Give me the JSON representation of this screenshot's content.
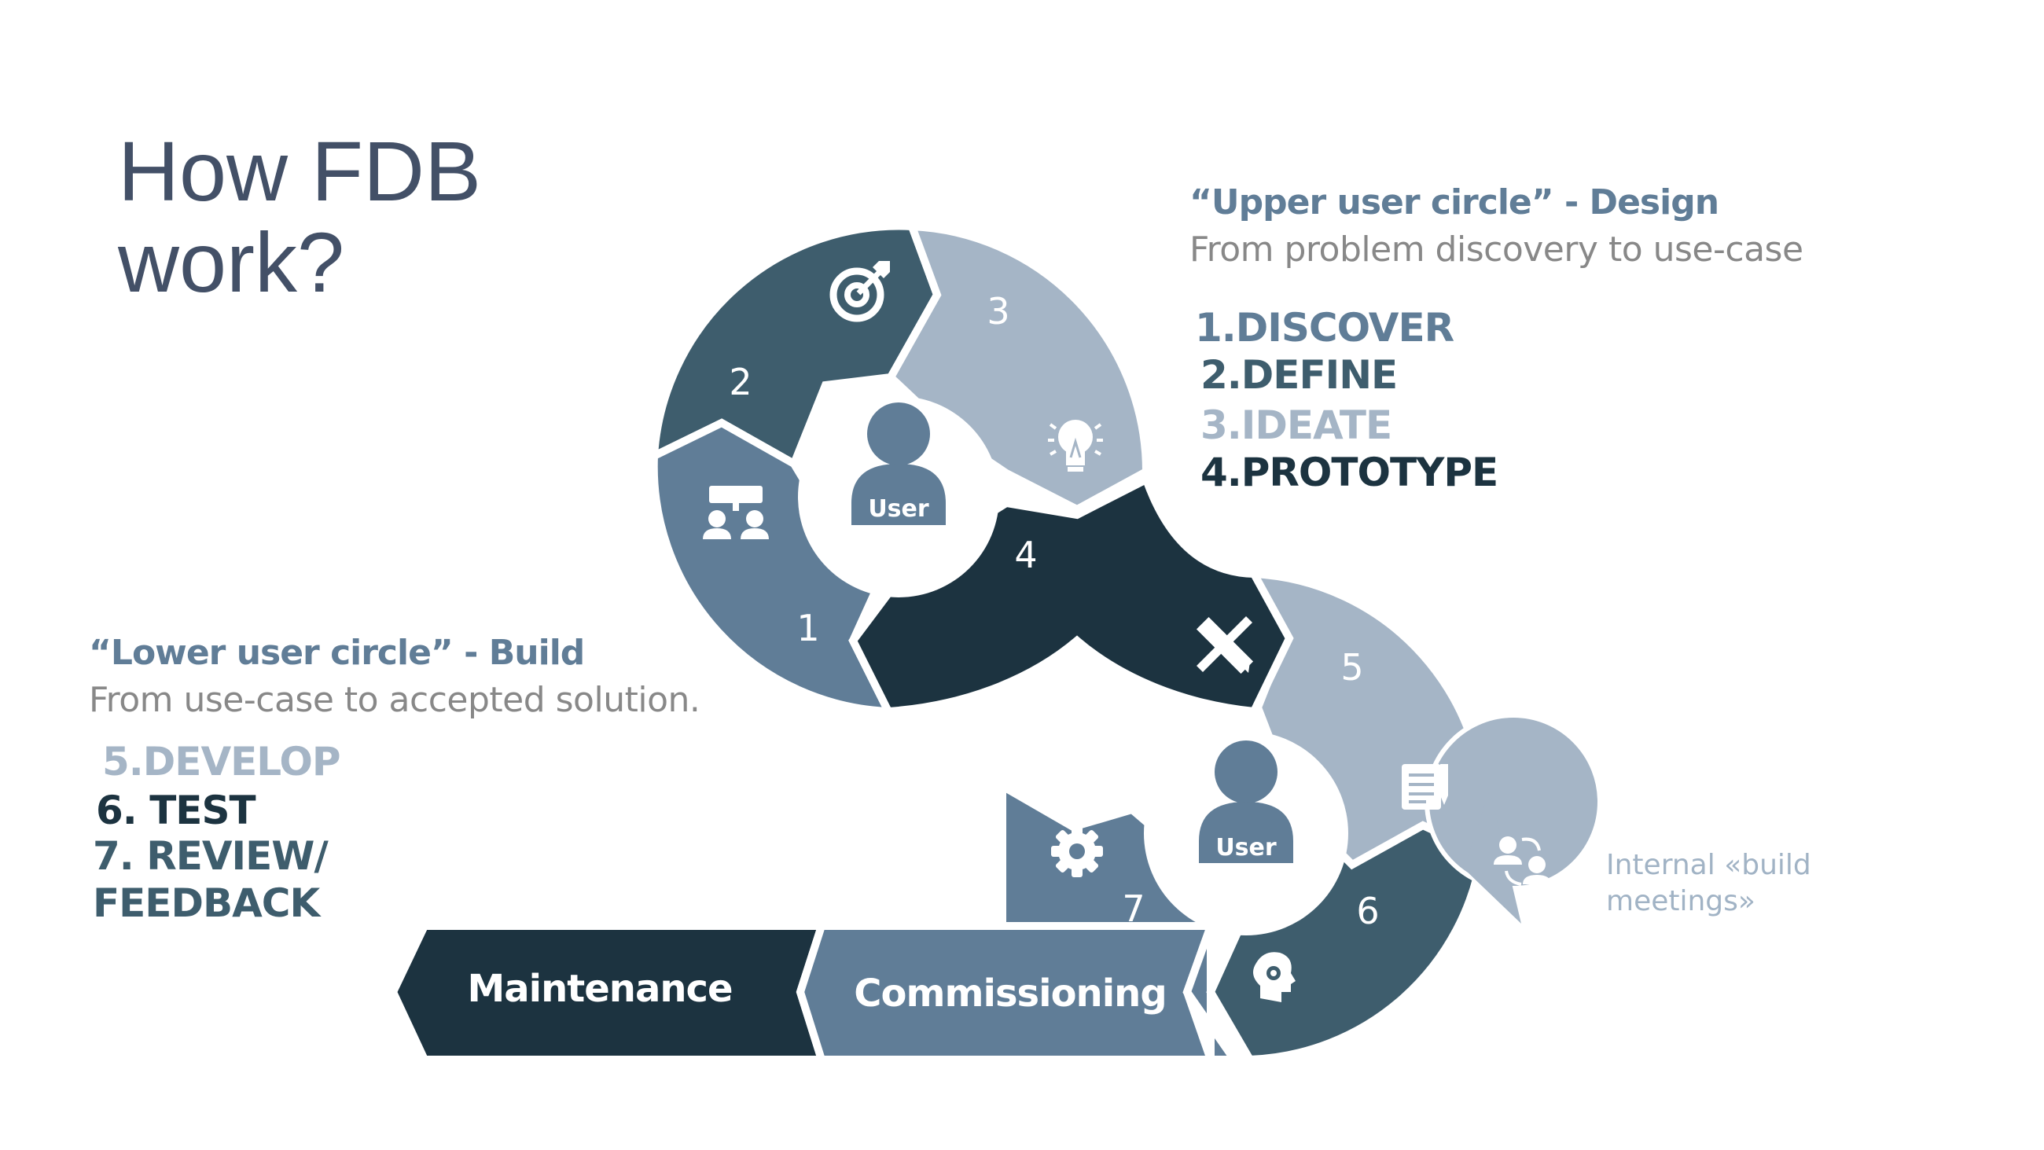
{
  "title": {
    "line1": "How FDB",
    "line2": "work?"
  },
  "upper": {
    "heading": "“Upper user circle” - Design",
    "subtitle": "From problem discovery to use-case",
    "steps": [
      "1.DISCOVER",
      "2.DEFINE",
      "3.IDEATE",
      "4.PROTOTYPE"
    ]
  },
  "lower": {
    "heading": "“Lower user circle” - Build",
    "subtitle": "From use-case to accepted solution.",
    "steps": [
      "5.DEVELOP",
      "6. TEST",
      "7. REVIEW/",
      "FEEDBACK"
    ]
  },
  "diagram": {
    "segment_numbers": [
      "1",
      "2",
      "3",
      "4",
      "5",
      "6",
      "7"
    ],
    "user_label_upper": "User",
    "user_label_lower": "User",
    "maintenance": "Maintenance",
    "commissioning": "Commissioning",
    "icons": {
      "seg1": "meeting-icon",
      "seg2": "target-icon",
      "seg3": "lightbulb-icon",
      "seg4": "pencil-ruler-icon",
      "seg5": "document-icon",
      "seg6": "head-gear-icon",
      "seg7": "gear-icon",
      "feedback": "team-exchange-icon"
    }
  },
  "note": {
    "line1": "Internal «build",
    "line2": "meetings»"
  },
  "colors": {
    "dark": "#1c3340",
    "mid_dark": "#3e5d6d",
    "mid": "#607d97",
    "light": "#a5b5c6",
    "title": "#435067",
    "gray_text": "#888888"
  }
}
